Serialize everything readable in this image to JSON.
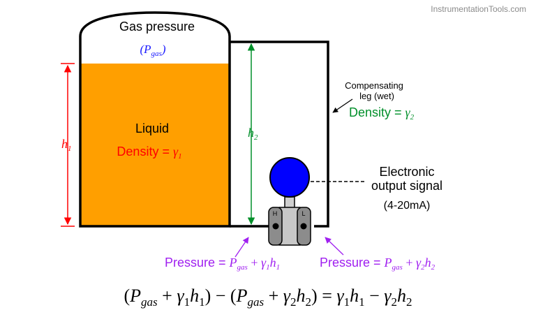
{
  "watermark": "InstrumentationTools.com",
  "tank": {
    "gas_label": "Gas pressure",
    "gas_symbol_open": "(",
    "gas_symbol_P": "P",
    "gas_symbol_sub": "gas",
    "gas_symbol_close": ")",
    "liquid_label": "Liquid",
    "liquid_density_prefix": "Density = ",
    "liquid_density_gamma": "γ",
    "liquid_density_sub": "1"
  },
  "heights": {
    "h1": "h",
    "h1_sub": "1",
    "h2": "h",
    "h2_sub": "2"
  },
  "leg": {
    "label_line1": "Compensating",
    "label_line2": "leg (wet)",
    "density_prefix": "Density = ",
    "density_gamma": "γ",
    "density_sub": "2"
  },
  "transmitter": {
    "h_port": "H",
    "l_port": "L",
    "signal_line1": "Electronic",
    "signal_line2": "output signal",
    "signal_line3": "(4-20mA)"
  },
  "pressures": {
    "high": {
      "prefix": "Pressure = ",
      "P": "P",
      "gas": "gas",
      "plus": " + ",
      "gamma": "γ",
      "gsub": "1",
      "h": "h",
      "hsub": "1"
    },
    "low": {
      "prefix": "Pressure = ",
      "P": "P",
      "gas": "gas",
      "plus": " + ",
      "gamma": "γ",
      "gsub": "2",
      "h": "h",
      "hsub": "2"
    }
  },
  "equation": {
    "p1": "(",
    "P1": "P",
    "gas1": "gas",
    "plus1": " + ",
    "g1": "γ",
    "g1s": "1",
    "h1": "h",
    "h1s": "1",
    "c1": ")",
    "minus": " − ",
    "p2": "(",
    "P2": "P",
    "gas2": "gas",
    "plus2": " + ",
    "g2": "γ",
    "g2s": "2",
    "h2": "h",
    "h2s": "2",
    "c2": ")",
    "eq": " = ",
    "r1g": "γ",
    "r1gs": "1",
    "r1h": "h",
    "r1hs": "1",
    "rminus": " − ",
    "r2g": "γ",
    "r2gs": "2",
    "r2h": "h",
    "r2hs": "2"
  },
  "colors": {
    "liquid": "#ff9f00",
    "red": "#ff0000",
    "green": "#008f2a",
    "purple": "#a020f0",
    "blue_label": "#1a1aff",
    "transmitter_head": "#0000ff"
  }
}
